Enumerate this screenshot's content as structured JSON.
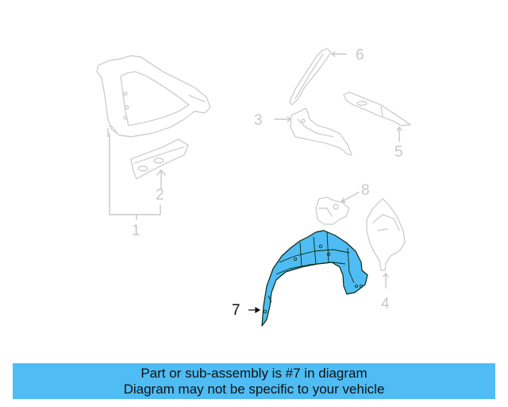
{
  "diagram": {
    "callouts": [
      {
        "id": "1",
        "label": "1"
      },
      {
        "id": "2",
        "label": "2"
      },
      {
        "id": "3",
        "label": "3"
      },
      {
        "id": "4",
        "label": "4"
      },
      {
        "id": "5",
        "label": "5"
      },
      {
        "id": "6",
        "label": "6"
      },
      {
        "id": "7",
        "label": "7",
        "highlighted": true
      },
      {
        "id": "8",
        "label": "8"
      }
    ],
    "highlight_color": "#4fbcf3",
    "faded_color": "#c8c8c8"
  },
  "banner": {
    "line1": "Part or sub-assembly is #7 in diagram",
    "line2": "Diagram may not be specific to your vehicle",
    "background": "#4fbcf3"
  }
}
